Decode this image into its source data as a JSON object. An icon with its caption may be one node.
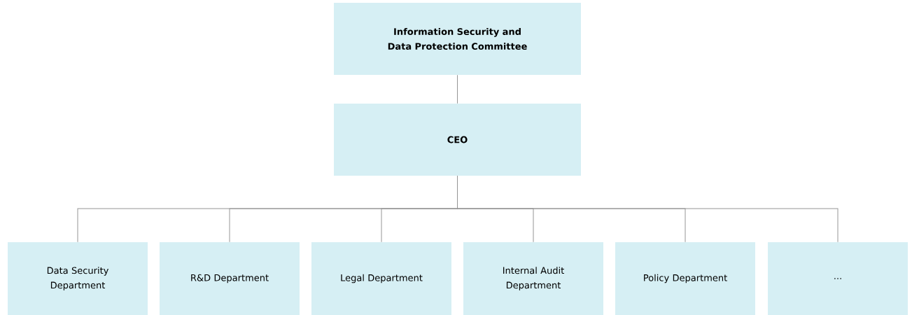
{
  "diagram": {
    "nodes": [
      {
        "text": [
          "Information Security and Data Protection Committee"
        ]
      },
      {
        "text": [
          "CEO"
        ]
      },
      {
        "text": [
          "Data Security Department"
        ]
      },
      {
        "text": [
          "R&D Department"
        ]
      },
      {
        "text": [
          "Legal Department"
        ]
      },
      {
        "text": [
          "Internal Audit Department"
        ]
      },
      {
        "text": [
          "Policy Department"
        ]
      },
      {
        "text": [
          "..."
        ]
      }
    ],
    "edges": [
      {
        "from": 0,
        "to": 1,
        "arrow": "none"
      },
      {
        "from": 1,
        "to": 2,
        "arrow": "none"
      },
      {
        "from": 1,
        "to": 3,
        "arrow": "none"
      },
      {
        "from": 1,
        "to": 4,
        "arrow": "none"
      },
      {
        "from": 1,
        "to": 5,
        "arrow": "none"
      },
      {
        "from": 1,
        "to": 6,
        "arrow": "none"
      },
      {
        "from": 1,
        "to": 7,
        "arrow": "none"
      }
    ]
  }
}
